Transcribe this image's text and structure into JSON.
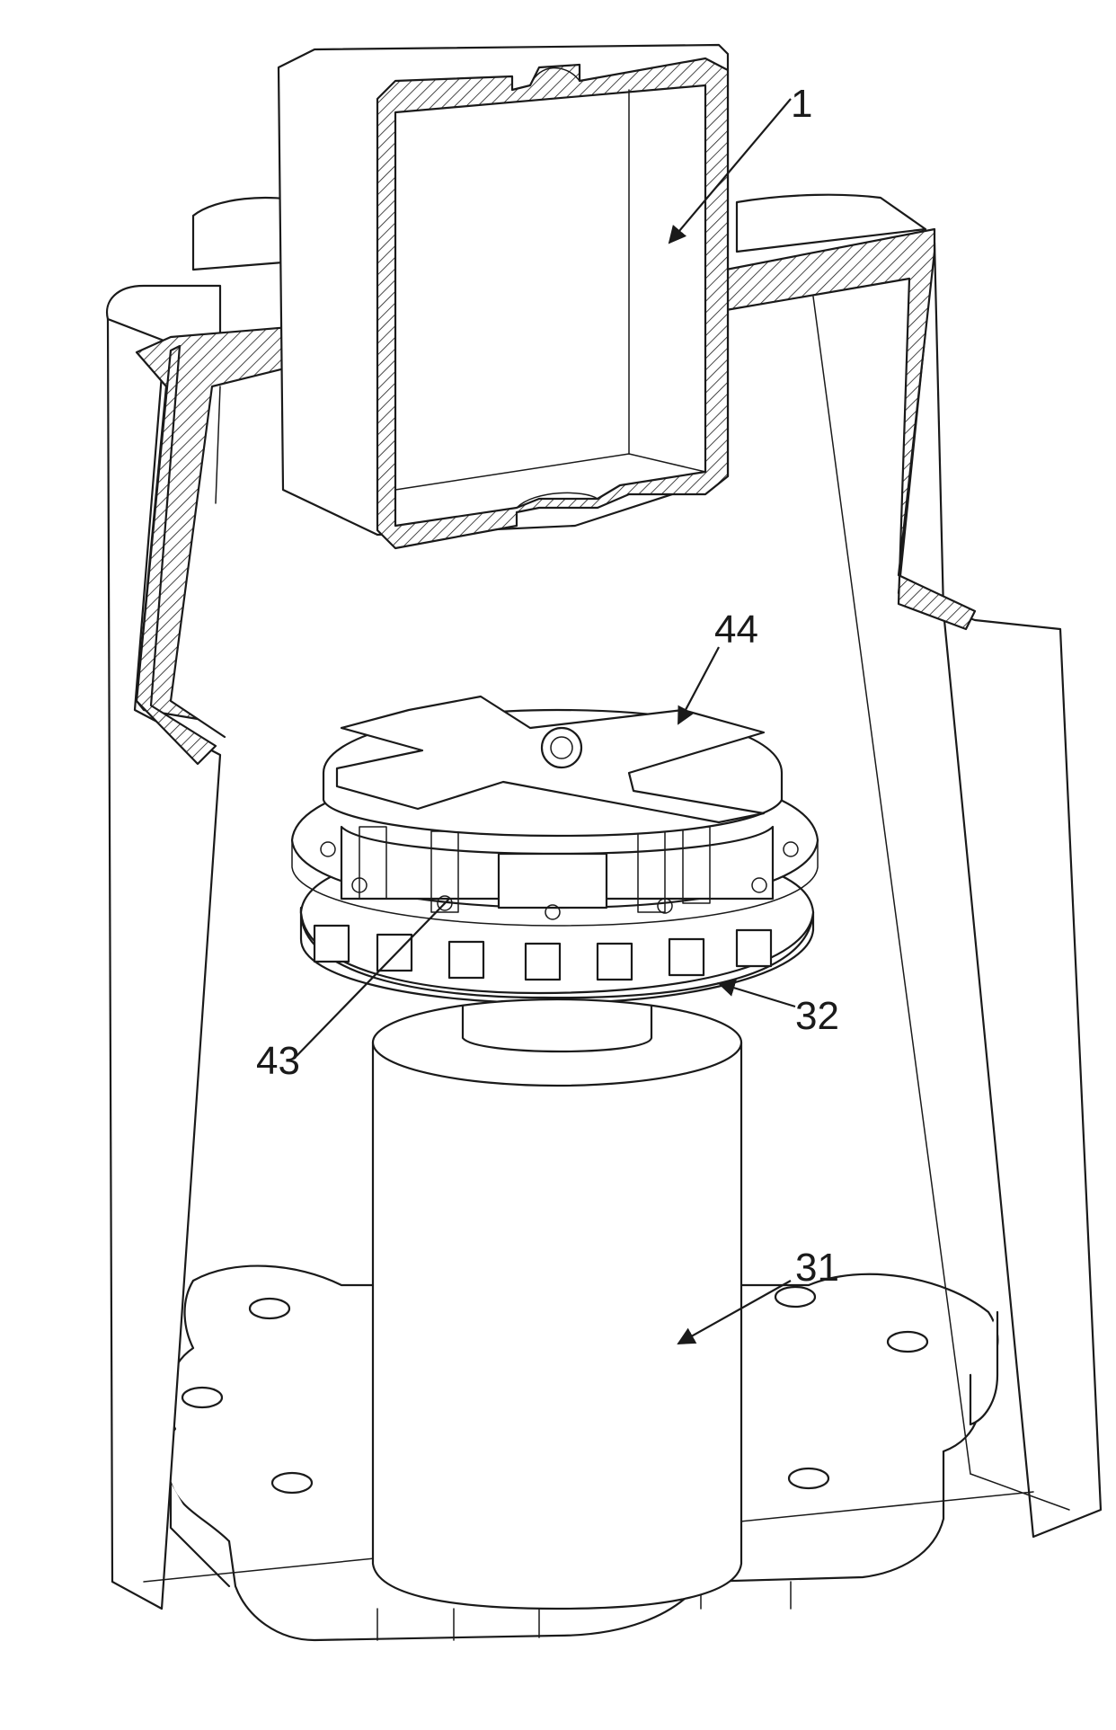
{
  "figure": {
    "callouts": [
      {
        "id": "c1",
        "text": "1"
      },
      {
        "id": "c44",
        "text": "44"
      },
      {
        "id": "c32",
        "text": "32"
      },
      {
        "id": "c43",
        "text": "43"
      },
      {
        "id": "c31",
        "text": "31"
      }
    ]
  },
  "colors": {
    "line": "#1a1a1a",
    "background": "#ffffff"
  }
}
